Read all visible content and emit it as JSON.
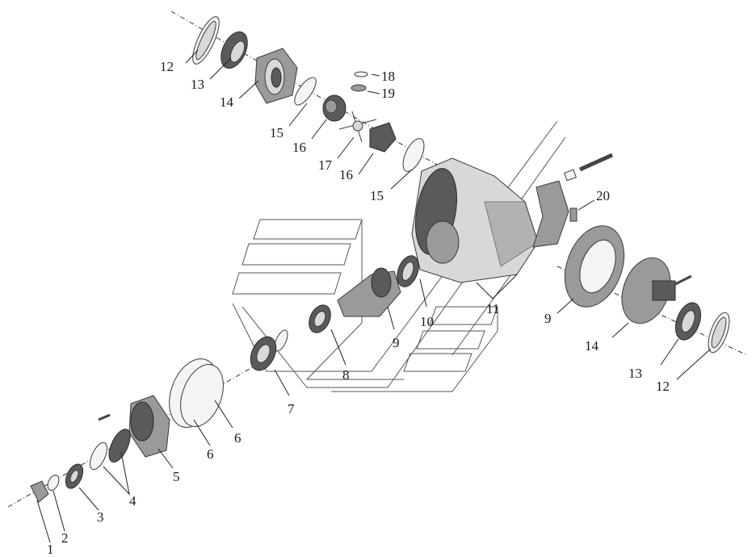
{
  "diagram": {
    "callouts": {
      "c1": "1",
      "c2": "2",
      "c3": "3",
      "c4": "4",
      "c5": "5",
      "c6a": "6",
      "c6b": "6",
      "c7": "7",
      "c8": "8",
      "c9a": "9",
      "c9b": "9",
      "c10": "10",
      "c11": "11",
      "c12a": "12",
      "c12b": "12",
      "c13a": "13",
      "c13b": "13",
      "c14a": "14",
      "c14b": "14",
      "c15a": "15",
      "c15b": "15",
      "c16a": "16",
      "c16b": "16",
      "c17": "17",
      "c18": "18",
      "c19": "19",
      "c20": "20"
    }
  }
}
